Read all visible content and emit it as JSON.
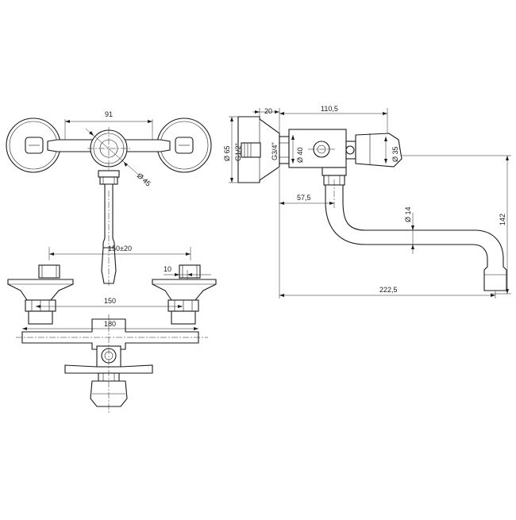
{
  "dimensions": {
    "d91": "91",
    "d45": "Ø 45",
    "d150_20": "150±20",
    "d10": "10",
    "d150": "150",
    "d180": "180",
    "d20": "20",
    "d110_5": "110,5",
    "d65": "Ø 65",
    "g12": "G1/2\"",
    "g34": "G3/4\"",
    "d40": "Ø 40",
    "d35": "Ø 35",
    "d57_5": "57,5",
    "d14": "Ø 14",
    "d142": "142",
    "d222_5": "222,5"
  }
}
